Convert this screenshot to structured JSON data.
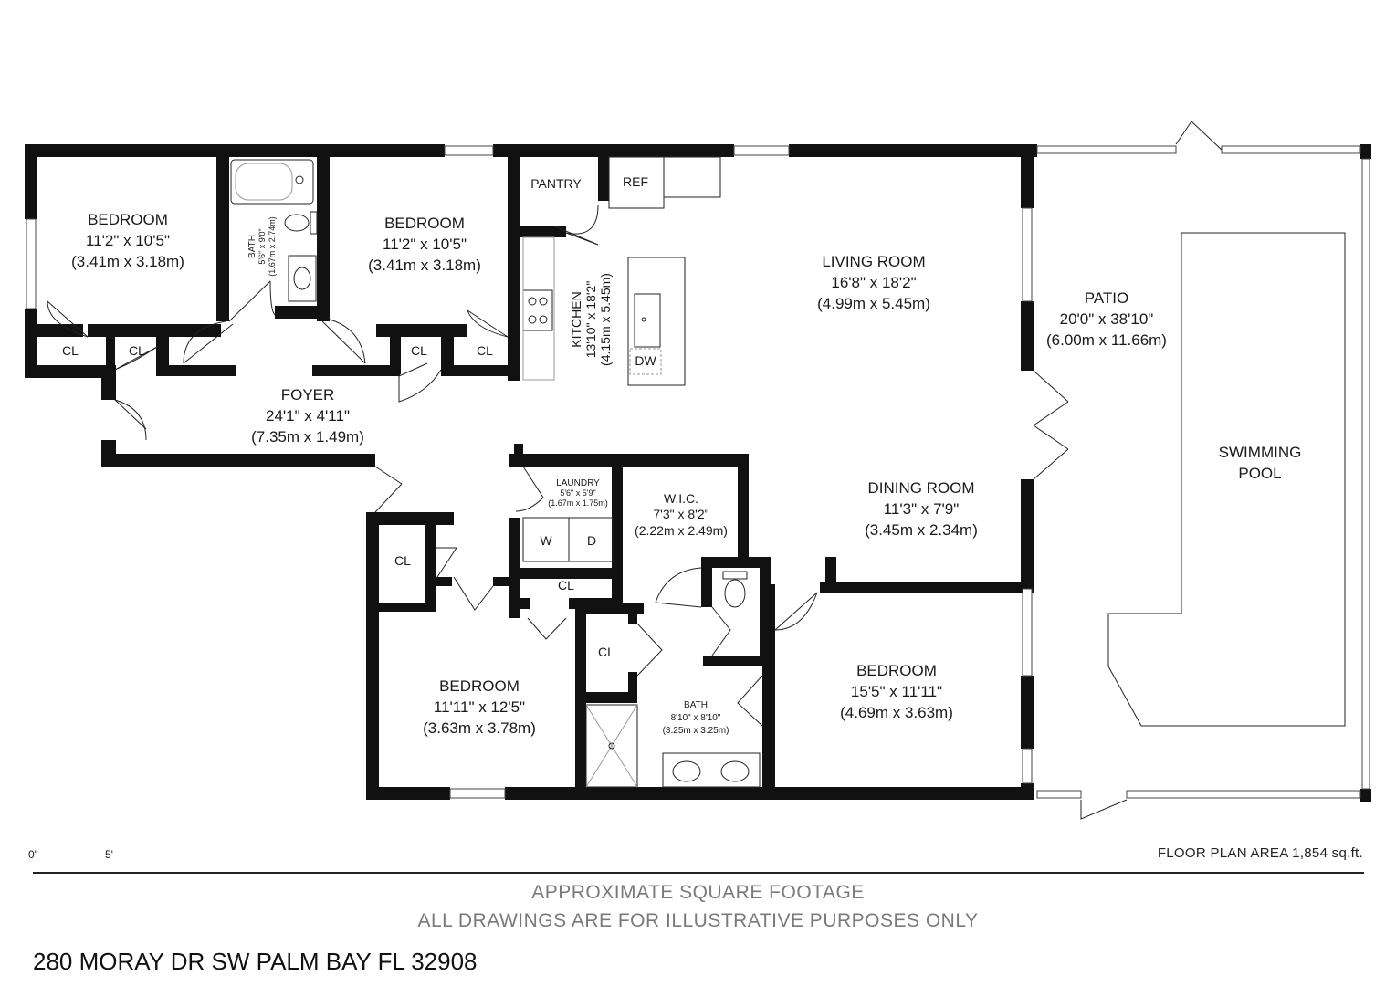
{
  "rooms": {
    "bedroom_nw": {
      "name": "BEDROOM",
      "imperial": "11'2\" x 10'5\"",
      "metric": "(3.41m x 3.18m)"
    },
    "bath_n": {
      "name": "BATH",
      "imperial": "5'6\" x 9'0\"",
      "metric": "(1.67m x 2.74m)"
    },
    "bedroom_n": {
      "name": "BEDROOM",
      "imperial": "11'2\" x 10'5\"",
      "metric": "(3.41m x 3.18m)"
    },
    "pantry": {
      "name": "PANTRY"
    },
    "ref": {
      "name": "REF"
    },
    "kitchen": {
      "name": "KITCHEN",
      "imperial": "13'10\" x 18'2\"",
      "metric": "(4.15m x 5.45m)"
    },
    "dw": {
      "name": "DW"
    },
    "living": {
      "name": "LIVING ROOM",
      "imperial": "16'8\" x 18'2\"",
      "metric": "(4.99m x 5.45m)"
    },
    "patio": {
      "name": "PATIO",
      "imperial": "20'0\" x 38'10\"",
      "metric": "(6.00m x 11.66m)"
    },
    "pool": {
      "line1": "SWIMMING",
      "line2": "POOL"
    },
    "foyer": {
      "name": "FOYER",
      "imperial": "24'1\" x 4'11\"",
      "metric": "(7.35m x 1.49m)"
    },
    "laundry": {
      "name": "LAUNDRY",
      "imperial": "5'6\" x 5'9\"",
      "metric": "(1.67m x 1.75m)"
    },
    "washer": {
      "name": "W"
    },
    "dryer": {
      "name": "D"
    },
    "wic": {
      "name": "W.I.C.",
      "imperial": "7'3\" x 8'2\"",
      "metric": "(2.22m x 2.49m)"
    },
    "dining": {
      "name": "DINING ROOM",
      "imperial": "11'3\" x 7'9\"",
      "metric": "(3.45m x 2.34m)"
    },
    "bedroom_sw": {
      "name": "BEDROOM",
      "imperial": "11'11\" x 12'5\"",
      "metric": "(3.63m x 3.78m)"
    },
    "bath_s": {
      "name": "BATH",
      "imperial": "8'10\" x 8'10\"",
      "metric": "(3.25m x 3.25m)"
    },
    "bedroom_se": {
      "name": "BEDROOM",
      "imperial": "15'5\" x 11'11\"",
      "metric": "(4.69m x 3.63m)"
    }
  },
  "closet_label": "CL",
  "scale": {
    "start": "0'",
    "end": "5'"
  },
  "floor_plan_area": "FLOOR PLAN AREA 1,854 sq.ft.",
  "disclaimer": {
    "line1": "APPROXIMATE SQUARE FOOTAGE",
    "line2": "ALL DRAWINGS ARE FOR ILLUSTRATIVE PURPOSES ONLY"
  },
  "address": "280 MORAY DR SW PALM BAY FL 32908"
}
